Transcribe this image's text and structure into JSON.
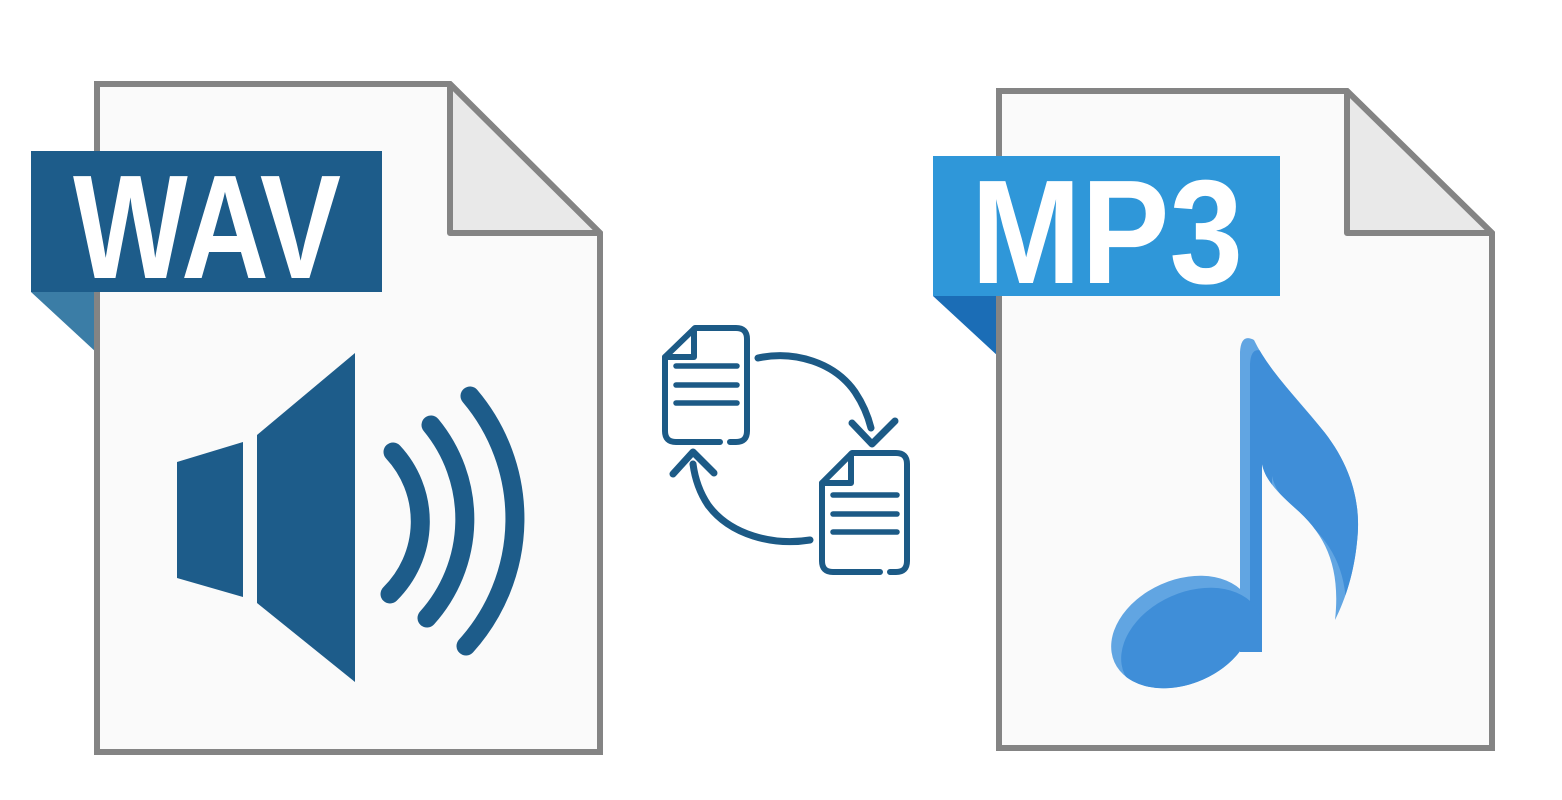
{
  "illustration": {
    "title": "WAV to MP3 conversion",
    "background_color": "#ffffff",
    "source_format": {
      "label": "WAV",
      "label_color": "#ffffff",
      "banner_color": "#1d5c8a",
      "ribbon_fold_color": "#3b7da6",
      "icon_name": "speaker-sound-waves-icon",
      "icon_color": "#1d5c8a"
    },
    "target_format": {
      "label": "MP3",
      "label_color": "#ffffff",
      "banner_color": "#2f97d9",
      "ribbon_fold_color": "#1b6db6",
      "icon_name": "music-note-icon",
      "icon_color": "#3f8ed8",
      "icon_highlight_color": "#61a5e2"
    },
    "conversion": {
      "icon_name": "file-exchange-icon",
      "color": "#1c5a86"
    },
    "file_page": {
      "fill": "#fafafa",
      "border_color": "#848484",
      "folded_corner_fill": "#e9e9e9"
    }
  }
}
